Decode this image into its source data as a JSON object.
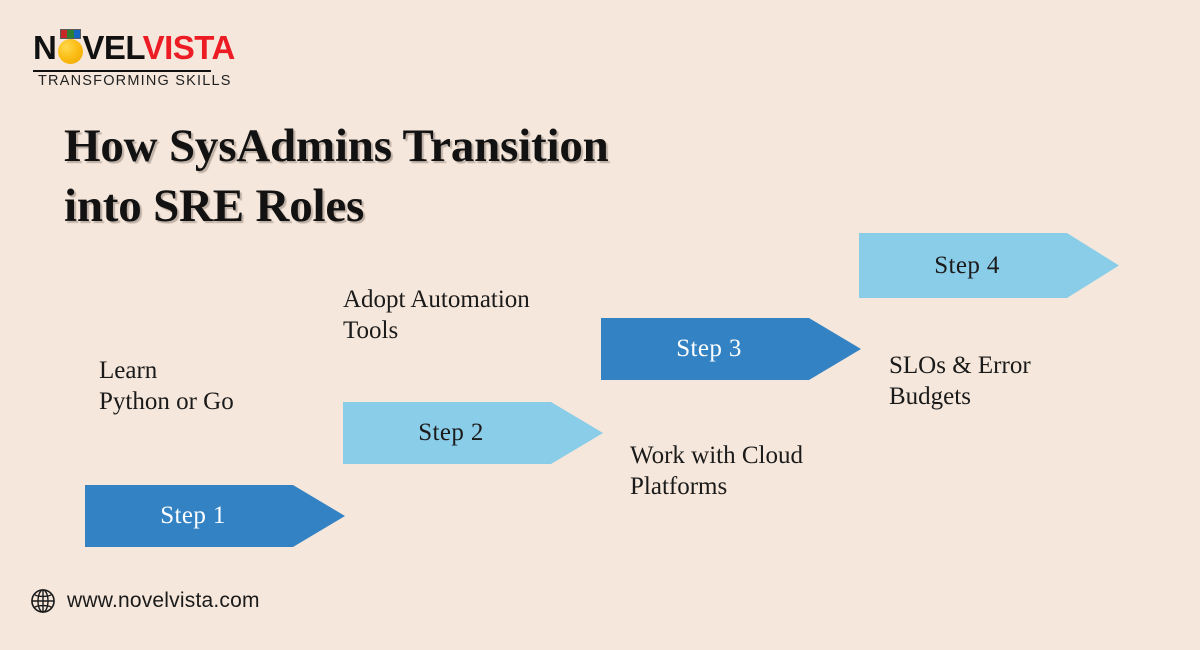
{
  "brand": {
    "wordmark_part1": "N",
    "wordmark_part2": "VEL",
    "wordmark_part3": "VISTA",
    "tagline": "TRANSFORMING SKILLS",
    "orb_icon": "orange-sphere-icon",
    "flag_icon": "color-bars-icon",
    "flag_colors": [
      "#C62828",
      "#2E7D32",
      "#1565C0"
    ],
    "red": "#ED1C24"
  },
  "title": {
    "line1": "How SysAdmins Transition",
    "line2": "into SRE Roles"
  },
  "colors": {
    "background": "#F5E7DB",
    "arrow_dark": "#3382C4",
    "arrow_light": "#8ACDE8",
    "text_dark": "#1A1A1A",
    "text_light": "#FFFFFF"
  },
  "steps": [
    {
      "label": "Step 1",
      "caption": "Learn\nPython or Go",
      "color": "#3382C4",
      "text_color": "#FFFFFF",
      "caption_position": "above-left"
    },
    {
      "label": "Step 2",
      "caption": "Adopt Automation\nTools",
      "color": "#8ACDE8",
      "text_color": "#1B1B1B",
      "caption_position": "above-left"
    },
    {
      "label": "Step 3",
      "caption": "Work with Cloud\nPlatforms",
      "color": "#3382C4",
      "text_color": "#FFFFFF",
      "caption_position": "below-left"
    },
    {
      "label": "Step 4",
      "caption": "SLOs & Error\nBudgets",
      "color": "#8ACDE8",
      "text_color": "#1B1B1B",
      "caption_position": "below-left"
    }
  ],
  "footer": {
    "icon": "globe-icon",
    "url": "www.novelvista.com"
  }
}
